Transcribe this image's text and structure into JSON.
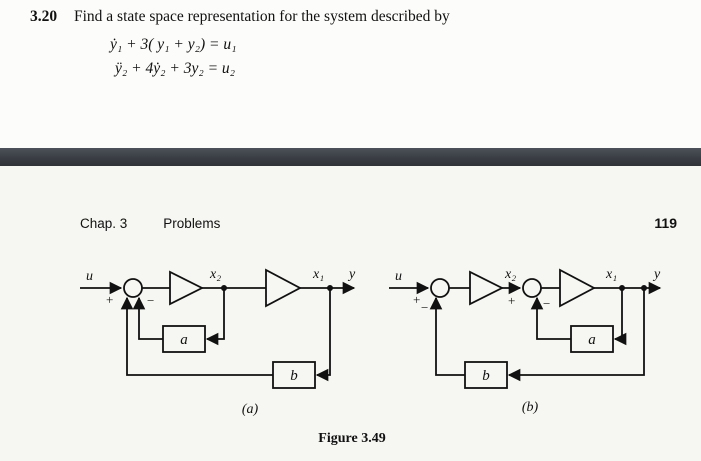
{
  "problem": {
    "number": "3.20",
    "statement": "Find a state space representation for the system described by",
    "equation1": "ẏ₁ + 3( y₁ + y₂) = u₁",
    "equation2": "ÿ₂ + 4ẏ₂ + 3y₂ = u₂"
  },
  "header": {
    "chapter": "Chap. 3",
    "section": "Problems",
    "page_number": "119"
  },
  "figure": {
    "caption": "Figure 3.49",
    "labels": {
      "u": "u",
      "x2": "x₂",
      "x1": "x₁",
      "y": "y",
      "a": "a",
      "b": "b",
      "plus": "+",
      "minus": "−",
      "sub_a": "(a)",
      "sub_b": "(b)"
    }
  }
}
